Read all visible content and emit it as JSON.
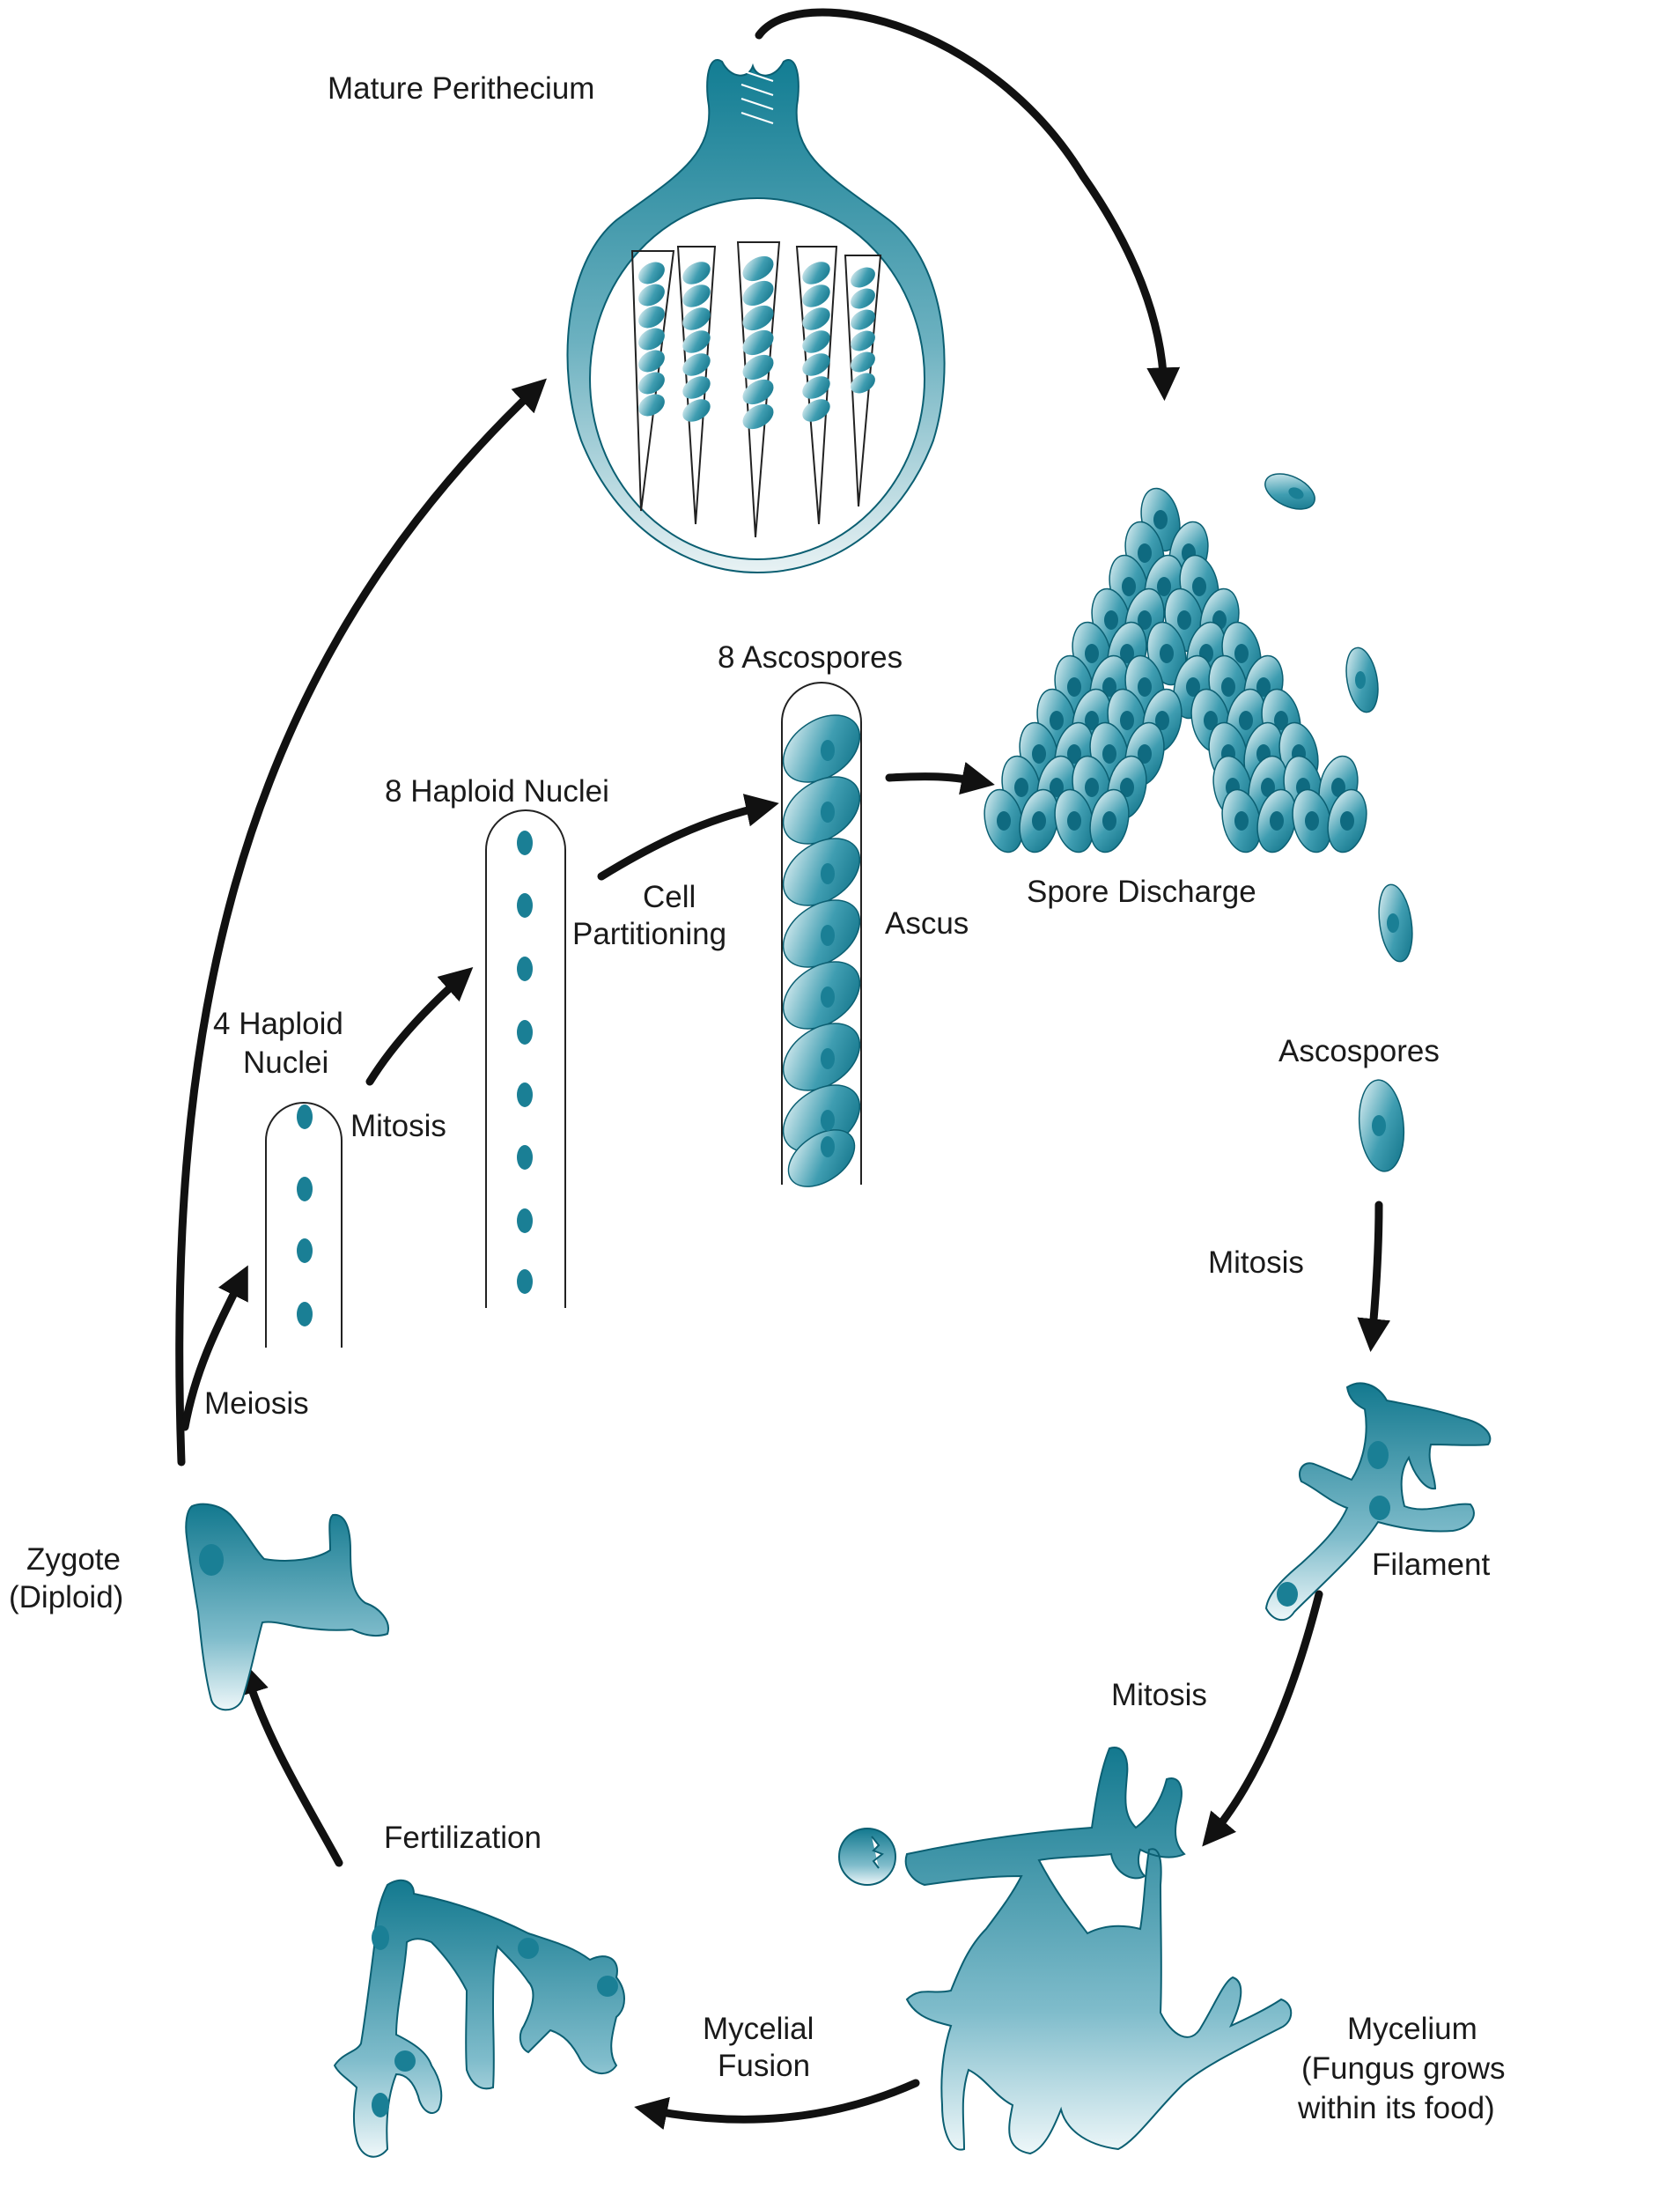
{
  "colors": {
    "teal": "#1a7f95",
    "teal_dark": "#0f6a80",
    "teal_light": "#d7eef2",
    "arrow": "#111111"
  },
  "labels": {
    "mature_perithecium": "Mature Perithecium",
    "eight_ascospores": "8 Ascospores",
    "eight_haploid_nuclei": "8 Haploid Nuclei",
    "cell_partitioning_line1": "Cell",
    "cell_partitioning_line2": "Partitioning",
    "ascus": "Ascus",
    "spore_discharge": "Spore Discharge",
    "four_haploid_line1": "4 Haploid",
    "four_haploid_line2": "Nuclei",
    "mitosis_ascus": "Mitosis",
    "ascospores": "Ascospores",
    "mitosis_spore": "Mitosis",
    "meiosis": "Meiosis",
    "zygote_line1": "Zygote",
    "zygote_line2": "(Diploid)",
    "filament": "Filament",
    "mitosis_filament": "Mitosis",
    "fertilization": "Fertilization",
    "mycelial_fusion_line1": "Mycelial",
    "mycelial_fusion_line2": "Fusion",
    "mycelium_line1": "Mycelium",
    "mycelium_line2": "(Fungus grows",
    "mycelium_line3": "within its food)"
  }
}
